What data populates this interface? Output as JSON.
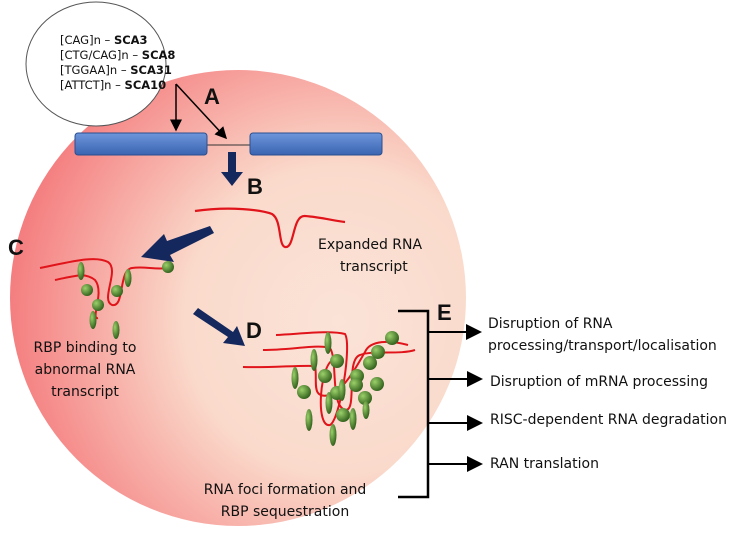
{
  "repeats": [
    {
      "seq": "[CAG]n – ",
      "disease": "SCA3"
    },
    {
      "seq": "[CTG/CAG]n – ",
      "disease": "SCA8"
    },
    {
      "seq": "[TGGAA]n – ",
      "disease": "SCA31"
    },
    {
      "seq": "[ATTCT]n – ",
      "disease": "SCA10"
    }
  ],
  "labels": {
    "a": "A",
    "b": "B",
    "c": "C",
    "d": "D",
    "e": "E"
  },
  "step_b": {
    "line1": "Expanded RNA",
    "line2": "transcript"
  },
  "step_c": {
    "line1": "RBP binding to",
    "line2": "abnormal RNA",
    "line3": "transcript"
  },
  "step_d": {
    "line1": "RNA foci formation and",
    "line2": "RBP sequestration"
  },
  "outcomes": [
    {
      "line1": "Disruption of RNA",
      "line2": "processing/transport/localisation"
    },
    {
      "line1": "Disruption of mRNA processing"
    },
    {
      "line1": "RISC-dependent RNA degradation"
    },
    {
      "line1": "RAN translation"
    }
  ],
  "colors": {
    "cell_edge": "#f4777a",
    "cell_center": "#fbe2d6",
    "exon": "#4a78c8",
    "rna": "#e0141a",
    "rbp": "#3f7a25",
    "arrow": "#14285e"
  }
}
